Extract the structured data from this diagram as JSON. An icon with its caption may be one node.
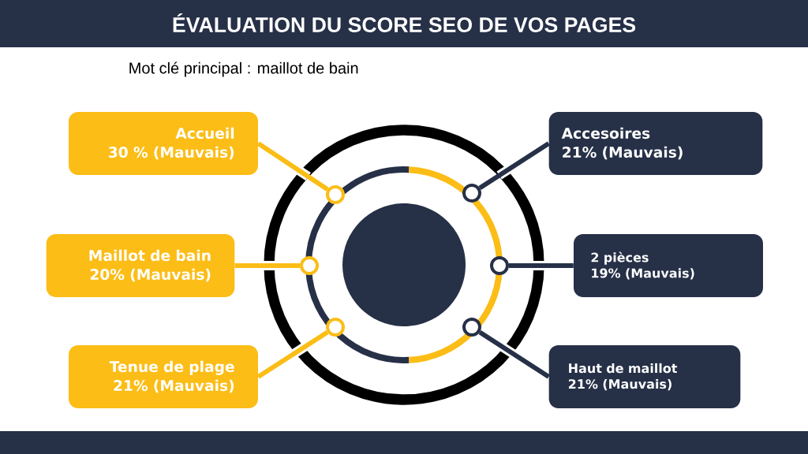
{
  "diagram": {
    "title": "ÉVALUATION DU SCORE SEO DE VOS PAGES",
    "nodes": [
      {
        "text": [
          "Accueil",
          "30 % (Mauvais)"
        ]
      },
      {
        "text": [
          "Maillot de bain",
          "20% (Mauvais)"
        ]
      },
      {
        "text": [
          "Tenue de plage",
          "21% (Mauvais)"
        ]
      },
      {
        "text": [
          "Accesoires",
          "21% (Mauvais)"
        ]
      },
      {
        "text": [
          "2 pièces",
          "19% (Mauvais)"
        ]
      },
      {
        "text": [
          "Haut de maillot",
          "21% (Mauvais)"
        ]
      },
      {
        "text": [],
        "shape": "circle"
      },
      {
        "text": [],
        "shape": "circle"
      },
      {
        "text": [],
        "shape": "circle"
      },
      {
        "text": [],
        "shape": "circle"
      },
      {
        "text": [],
        "shape": "circle"
      },
      {
        "text": [],
        "shape": "circle"
      }
    ],
    "edges": [
      {
        "from": 0,
        "to": 6,
        "arrow": "none",
        "color": "#fbbd16"
      },
      {
        "from": 1,
        "to": 7,
        "arrow": "none",
        "color": "#fbbd16"
      },
      {
        "from": 2,
        "to": 8,
        "arrow": "none",
        "color": "#fbbd16"
      },
      {
        "from": 3,
        "to": 9,
        "arrow": "none",
        "color": "#263047"
      },
      {
        "from": 4,
        "to": 10,
        "arrow": "none",
        "color": "#263047"
      },
      {
        "from": 5,
        "to": 11,
        "arrow": "none",
        "color": "#263047"
      }
    ],
    "labels": [
      "Mot clé principal : maillot de bain"
    ]
  }
}
